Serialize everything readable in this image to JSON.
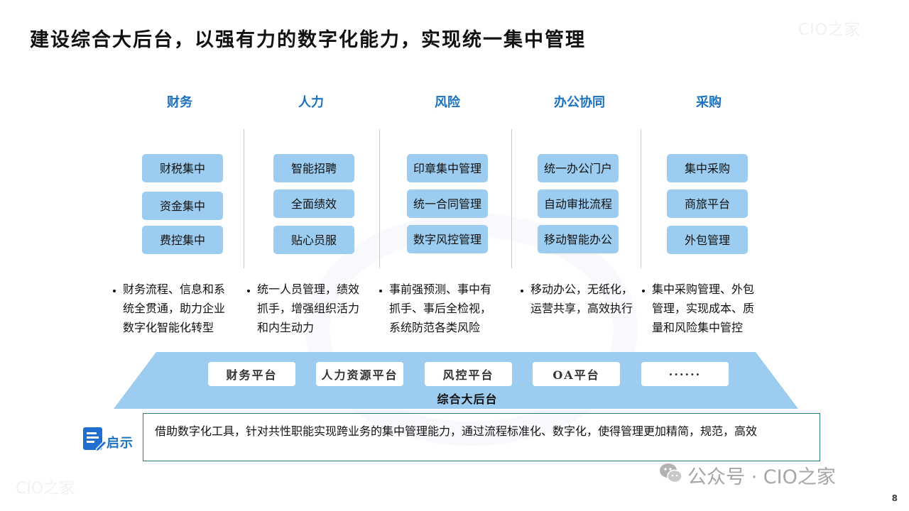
{
  "header": {
    "title": "建设综合大后台，以强有力的数字化能力，实现统一集中管理",
    "watermark": "CIO之家"
  },
  "columns": [
    {
      "title": "财务",
      "items": [
        "财税集中",
        "资金集中",
        "费控集中"
      ],
      "desc": "财务流程、信息和系统全贯通，助力企业数字化智能化转型"
    },
    {
      "title": "人力",
      "items": [
        "智能招聘",
        "全面绩效",
        "贴心员服"
      ],
      "desc": "统一人员管理，绩效抓手，增强组织活力和内生动力"
    },
    {
      "title": "风险",
      "items": [
        "印章集中管理",
        "统一合同管理",
        "数字风控管理"
      ],
      "desc": "事前强预测、事中有抓手、事后全检视，系统防范各类风险"
    },
    {
      "title": "办公协同",
      "items": [
        "统一办公门户",
        "自动审批流程",
        "移动智能办公"
      ],
      "desc": "移动办公，无纸化，运营共享，高效执行"
    },
    {
      "title": "采购",
      "items": [
        "集中采购",
        "商旅平台",
        "外包管理"
      ],
      "desc": "集中采购管理、外包管理，实现成本、质量和风险集中管控"
    }
  ],
  "platforms": [
    "财务平台",
    "人力资源平台",
    "风控平台",
    "OA平台",
    "······"
  ],
  "base_label": "综合大后台",
  "insight": {
    "label": "启示",
    "text": "借助数字化工具，针对共性职能实现跨业务的集中管理能力，通过流程标准化、数字化，使得管理更加精简，规范，高效"
  },
  "footer": {
    "brand": "公众号 · CIO之家",
    "page": "8",
    "watermark": "CIO之家"
  },
  "colors": {
    "accent": "#1c72c2",
    "pill": "#9ccdf0",
    "platform_band": "#9ccdf0",
    "insight_border": "#2b7a86"
  }
}
